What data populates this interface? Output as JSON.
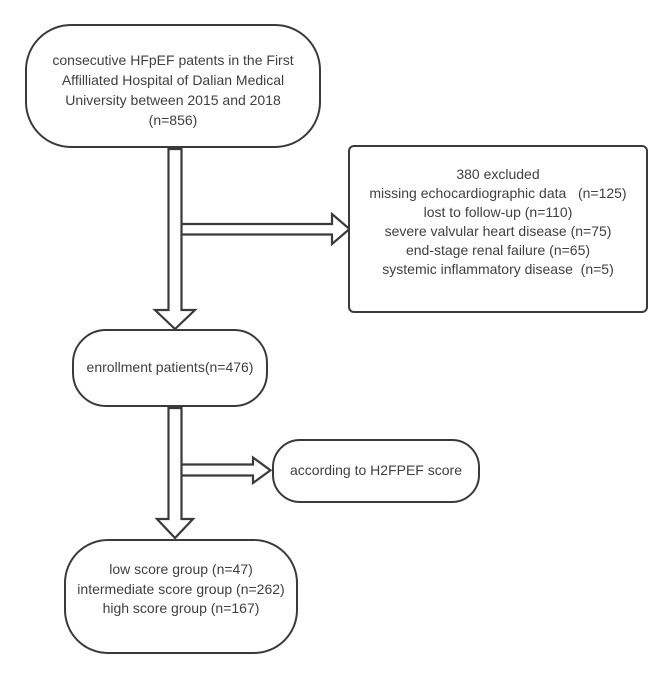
{
  "flowchart": {
    "boxes": {
      "initial": {
        "lines": [
          "consecutive HFpEF patents in the First",
          "Affilliated Hospital of Dalian Medical",
          "University between 2015 and 2018",
          "(n=856)"
        ]
      },
      "excluded": {
        "lines": [
          "380 excluded",
          "missing echocardiographic data   (n=125)",
          "lost to follow-up (n=110)",
          "severe valvular heart disease (n=75)",
          "end-stage renal failure (n=65)",
          "systemic inflammatory disease  (n=5)"
        ]
      },
      "enrollment": {
        "lines": [
          "enrollment patients(n=476)"
        ]
      },
      "criteria": {
        "lines": [
          "according to H2FPEF score"
        ]
      },
      "groups": {
        "lines": [
          "low score group (n=47)",
          "intermediate score group (n=262)",
          "high score group (n=167)"
        ]
      }
    },
    "colors": {
      "outline": "#3a3a3a",
      "text": "#3f3f3f",
      "background": "#ffffff",
      "arrow_fill": "#ffffff"
    }
  }
}
